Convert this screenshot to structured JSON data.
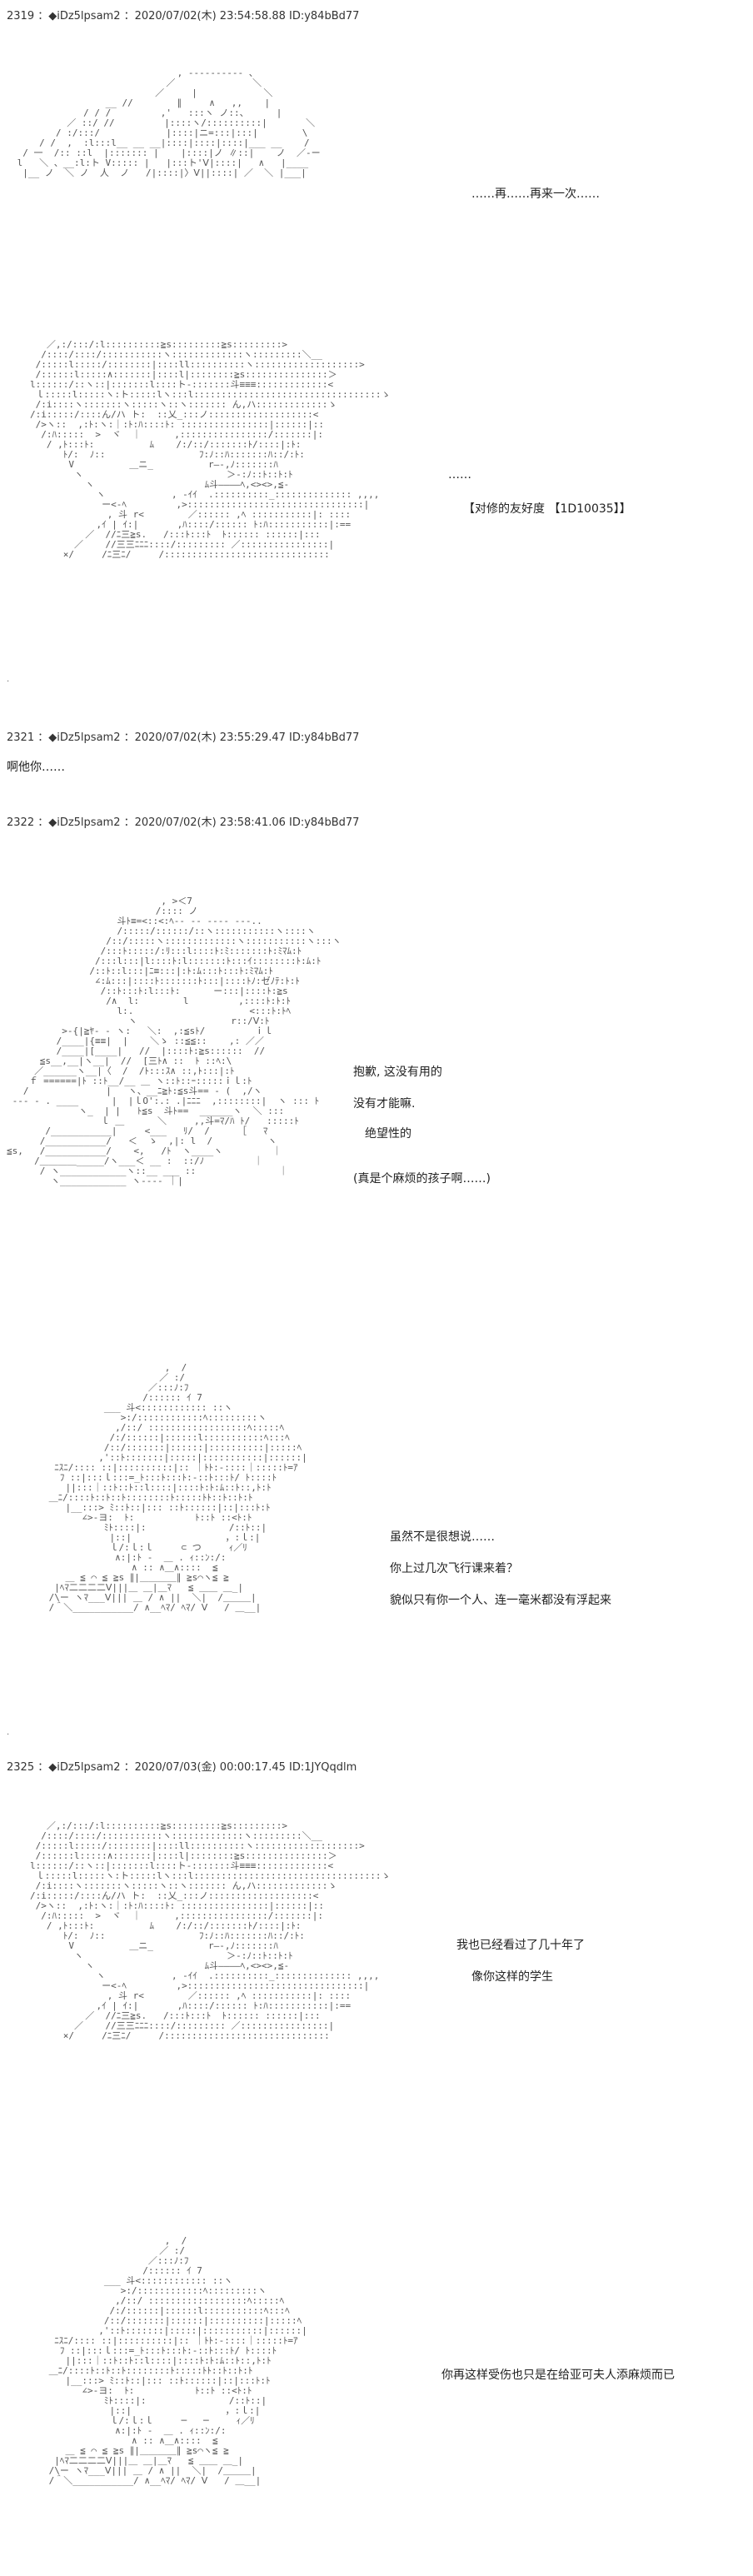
{
  "posts": [
    {
      "header": "2319 ：◆iDz5lpsam2 ：2020/07/02(木) 23:54:58.88 ID:y84bBd77",
      "lines": [
        "……再……再来一次……",
        "……",
        "【对修的友好度 【1D10035】】"
      ]
    },
    {
      "header": "2321 ：◆iDz5lpsam2 ：2020/07/02(木) 23:55:29.47 ID:y84bBd77",
      "lines": [
        "啊他你……"
      ]
    },
    {
      "header": "2322 ：◆iDz5lpsam2 ：2020/07/02(木) 23:58:41.06 ID:y84bBd77",
      "lines": [
        "抱歉, 这没有用的",
        "没有才能嘛.",
        "绝望性的",
        "(真是个麻烦的孩子啊……)",
        "虽然不是很想说……",
        "你上过几次飞行课来着？",
        "貌似只有你一个人、连一毫米都没有浮起来"
      ]
    },
    {
      "header": "2325 ：◆iDz5lpsam2 ：2020/07/03(金) 00:00:17.45 ID:1JYQqdlm",
      "lines": [
        "我也已经看过了几十年了",
        "像你这样的学生",
        "你再这样受伤也只是在给亚可夫人添麻烦而已"
      ]
    }
  ]
}
